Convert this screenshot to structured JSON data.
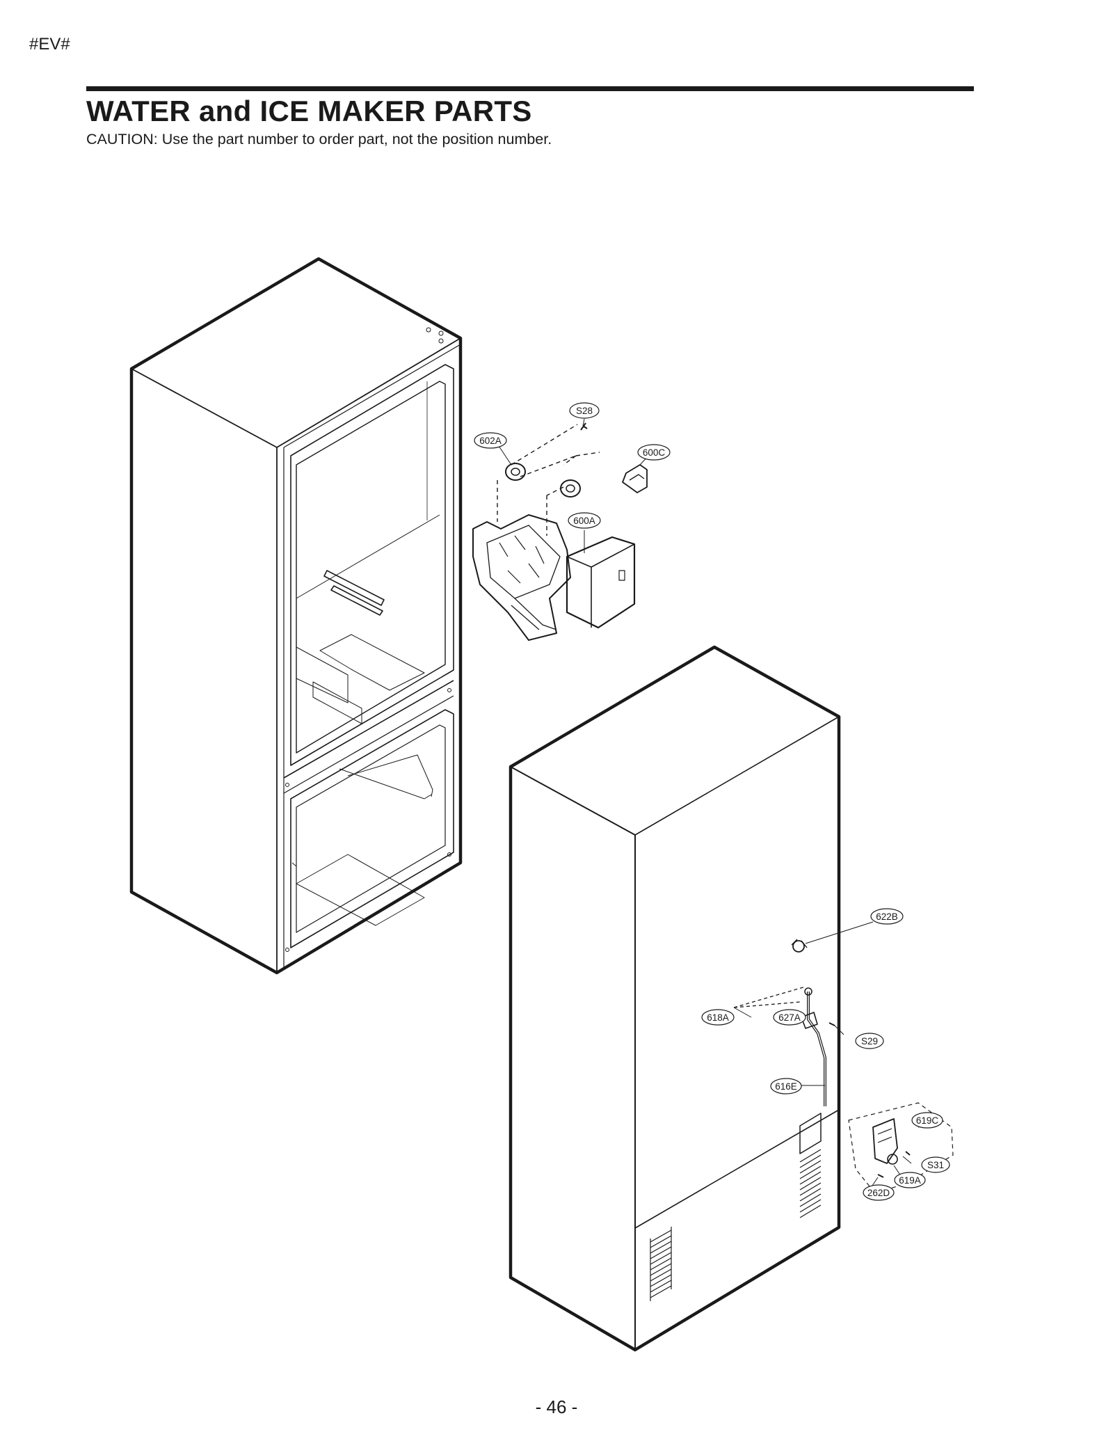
{
  "header": {
    "model_code": "#EV#",
    "title": "WATER and ICE MAKER PARTS",
    "caution": "CAUTION: Use the part number to order part, not the position number."
  },
  "callouts": {
    "s28": "S28",
    "p602a": "602A",
    "p600c": "600C",
    "p600a": "600A",
    "p622b": "622B",
    "p618a": "618A",
    "p627a": "627A",
    "s29": "S29",
    "p616e": "616E",
    "p619c": "619C",
    "s31": "S31",
    "p619a": "619A",
    "p262d": "262D"
  },
  "footer": {
    "page_number": "- 46 -"
  }
}
